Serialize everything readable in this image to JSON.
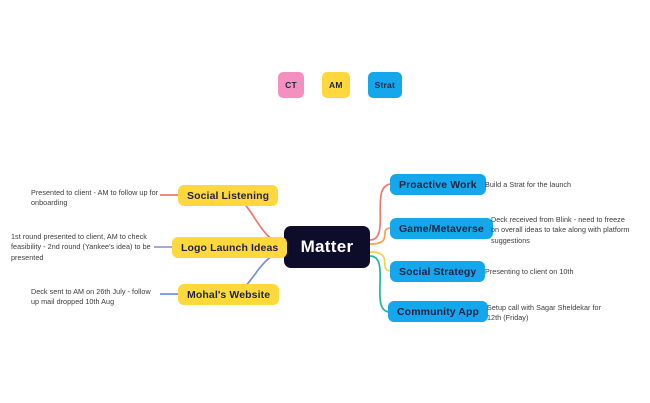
{
  "board": {
    "background_color": "#ffffff",
    "center_node": {
      "label": "Matter",
      "fill": "#0d0d2b",
      "text_color": "#ffffff"
    },
    "tags": [
      {
        "label": "CT",
        "fill": "#f490c0"
      },
      {
        "label": "AM",
        "fill": "#ffd83d"
      },
      {
        "label": "Strat",
        "fill": "#14a7ec"
      }
    ],
    "left_branches": [
      {
        "label": "Social Listening",
        "fill": "#ffd83d",
        "connector_color": "#f0776c",
        "note": "Presented to client - AM to follow up for onboarding"
      },
      {
        "label": "Logo Launch Ideas",
        "fill": "#ffd83d",
        "connector_color": "#9b9bdc",
        "note": "1st round presented to client, AM to check feasibility - 2nd round (Yankee's idea) to be presented"
      },
      {
        "label": "Mohal's Website",
        "fill": "#ffd83d",
        "connector_color": "#6f8fe8",
        "note": "Deck sent to AM on 26th July - follow up mail dropped 10th Aug"
      }
    ],
    "right_branches": [
      {
        "label": "Proactive Work",
        "fill": "#14a7ec",
        "connector_color": "#f0776c",
        "note": "Build a Strat for the launch"
      },
      {
        "label": "Game/Metaverse",
        "fill": "#14a7ec",
        "connector_color": "#f0a44a",
        "note": "Deck received from Blink - need to freeze on overall ideas to take along with platform suggestions"
      },
      {
        "label": "Social Strategy",
        "fill": "#14a7ec",
        "connector_color": "#f2d24b",
        "note": "Presenting to client on 10th"
      },
      {
        "label": "Community App",
        "fill": "#14a7ec",
        "connector_color": "#20b89a",
        "note": "Setup call with Sagar Sheldekar for 12th (Friday)"
      }
    ]
  }
}
